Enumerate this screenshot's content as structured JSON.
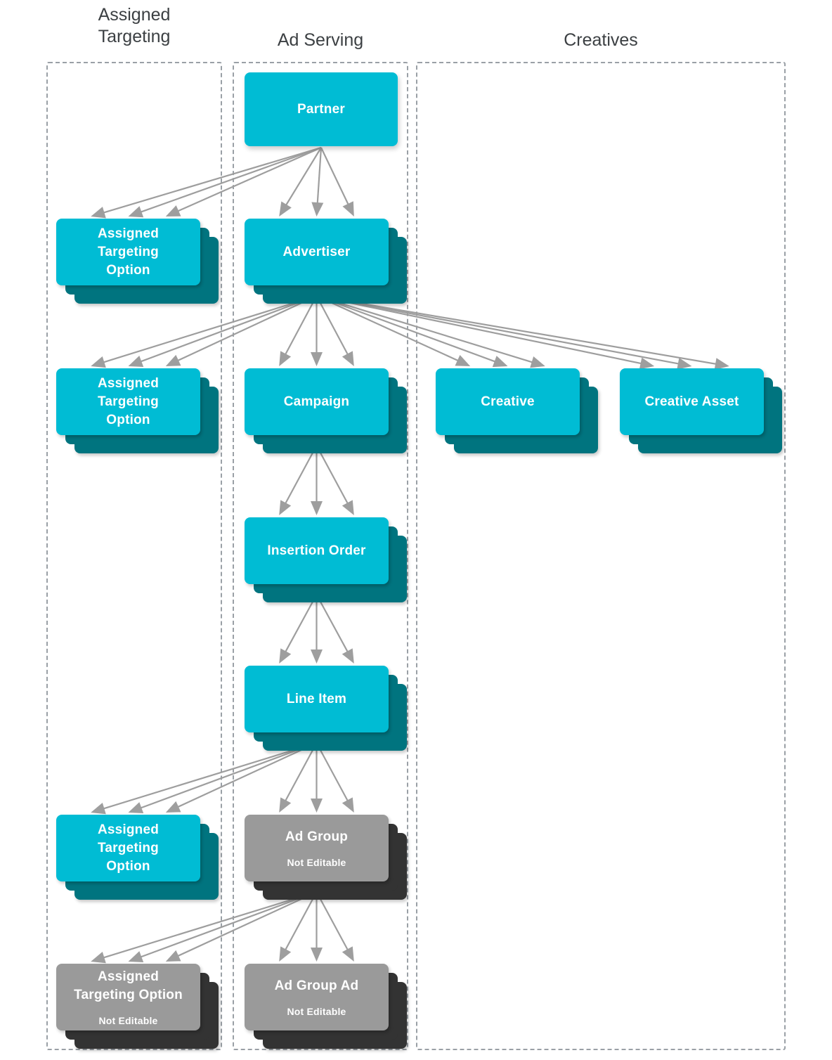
{
  "colors": {
    "cyan_front": "#00bcd4",
    "cyan_mid": "#00a0b4",
    "cyan_back": "#00747f",
    "gray_front": "#9a9a9a",
    "gray_mid": "#666666",
    "gray_back": "#333333",
    "lane_border": "#9aa0a6",
    "arrow": "#9e9e9e",
    "title_text": "#3c4043",
    "card_text": "#ffffff",
    "background": "#ffffff"
  },
  "columns": [
    {
      "id": "assigned-targeting",
      "label": "Assigned\nTargeting"
    },
    {
      "id": "ad-serving",
      "label": "Ad Serving"
    },
    {
      "id": "creatives",
      "label": "Creatives"
    }
  ],
  "nodes": [
    {
      "id": "partner",
      "label": "Partner",
      "sub": "",
      "column": "ad-serving",
      "style": "cyan",
      "stacked": false
    },
    {
      "id": "ato-1",
      "label": "Assigned\nTargeting\nOption",
      "sub": "",
      "column": "assigned-targeting",
      "style": "cyan",
      "stacked": true
    },
    {
      "id": "advertiser",
      "label": "Advertiser",
      "sub": "",
      "column": "ad-serving",
      "style": "cyan",
      "stacked": true
    },
    {
      "id": "ato-2",
      "label": "Assigned\nTargeting\nOption",
      "sub": "",
      "column": "assigned-targeting",
      "style": "cyan",
      "stacked": true
    },
    {
      "id": "campaign",
      "label": "Campaign",
      "sub": "",
      "column": "ad-serving",
      "style": "cyan",
      "stacked": true
    },
    {
      "id": "creative",
      "label": "Creative",
      "sub": "",
      "column": "creatives",
      "style": "cyan",
      "stacked": true
    },
    {
      "id": "creative-asset",
      "label": "Creative Asset",
      "sub": "",
      "column": "creatives",
      "style": "cyan",
      "stacked": true
    },
    {
      "id": "insertion-order",
      "label": "Insertion Order",
      "sub": "",
      "column": "ad-serving",
      "style": "cyan",
      "stacked": true
    },
    {
      "id": "line-item",
      "label": "Line Item",
      "sub": "",
      "column": "ad-serving",
      "style": "cyan",
      "stacked": true
    },
    {
      "id": "ato-3",
      "label": "Assigned\nTargeting\nOption",
      "sub": "",
      "column": "assigned-targeting",
      "style": "cyan",
      "stacked": true
    },
    {
      "id": "ad-group",
      "label": "Ad Group",
      "sub": "Not Editable",
      "column": "ad-serving",
      "style": "gray",
      "stacked": true
    },
    {
      "id": "ato-4",
      "label": "Assigned\nTargeting Option",
      "sub": "Not Editable",
      "column": "assigned-targeting",
      "style": "gray",
      "stacked": true
    },
    {
      "id": "ad-group-ad",
      "label": "Ad Group Ad",
      "sub": "Not Editable",
      "column": "ad-serving",
      "style": "gray",
      "stacked": true
    }
  ],
  "edges": [
    {
      "from": "partner",
      "to": "ato-1",
      "multiplicity": 3
    },
    {
      "from": "partner",
      "to": "advertiser",
      "multiplicity": 3
    },
    {
      "from": "advertiser",
      "to": "ato-2",
      "multiplicity": 3
    },
    {
      "from": "advertiser",
      "to": "campaign",
      "multiplicity": 3
    },
    {
      "from": "advertiser",
      "to": "creative",
      "multiplicity": 3
    },
    {
      "from": "advertiser",
      "to": "creative-asset",
      "multiplicity": 3
    },
    {
      "from": "campaign",
      "to": "insertion-order",
      "multiplicity": 3
    },
    {
      "from": "insertion-order",
      "to": "line-item",
      "multiplicity": 3
    },
    {
      "from": "line-item",
      "to": "ato-3",
      "multiplicity": 3
    },
    {
      "from": "line-item",
      "to": "ad-group",
      "multiplicity": 3
    },
    {
      "from": "ad-group",
      "to": "ato-4",
      "multiplicity": 3
    },
    {
      "from": "ad-group",
      "to": "ad-group-ad",
      "multiplicity": 3
    }
  ]
}
